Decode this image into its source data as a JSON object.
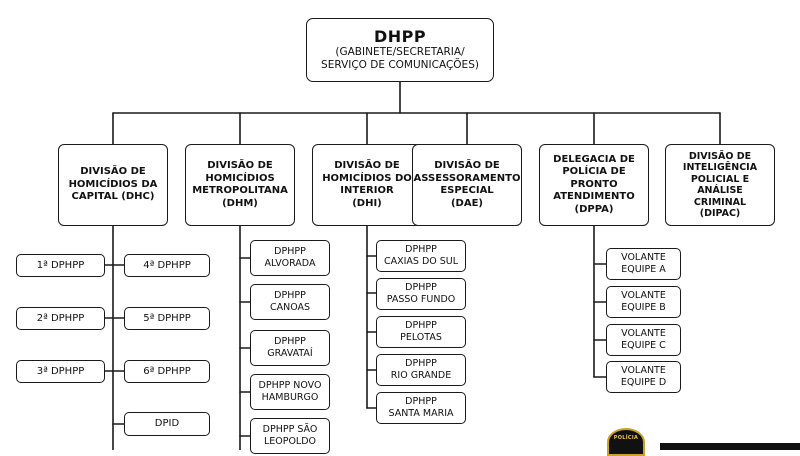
{
  "root": {
    "title": "DHPP",
    "subtitle": "(GABINETE/SECRETARIA/\nSERVIÇO DE COMUNICAÇÕES)"
  },
  "divisions": [
    {
      "label": "DIVISÃO DE\nHOMICÍDIOS DA\nCAPITAL (DHC)"
    },
    {
      "label": "DIVISÃO DE\nHOMICÍDIOS\nMETROPOLITANA\n(DHM)"
    },
    {
      "label": "DIVISÃO DE\nHOMICÍDIOS DO\nINTERIOR\n(DHI)"
    },
    {
      "label": "DIVISÃO DE\nASSESSORAMENTO\nESPECIAL\n(DAE)"
    },
    {
      "label": "DELEGACIA DE\nPOLÍCIA DE PRONTO\nATENDIMENTO\n(DPPA)"
    },
    {
      "label": "DIVISÃO DE\nINTELIGÊNCIA\nPOLICIAL E ANÁLISE\nCRIMINAL\n(DIPAC)"
    }
  ],
  "dhc_units": [
    {
      "label": "1ª DPHPP"
    },
    {
      "label": "2ª DPHPP"
    },
    {
      "label": "3ª DPHPP"
    },
    {
      "label": "4ª DPHPP"
    },
    {
      "label": "5ª DPHPP"
    },
    {
      "label": "6ª DPHPP"
    },
    {
      "label": "DPID"
    }
  ],
  "dhm_units": [
    {
      "label": "DPHPP\nALVORADA"
    },
    {
      "label": "DPHPP\nCANOAS"
    },
    {
      "label": "DPHPP\nGRAVATAÍ"
    },
    {
      "label": "DPHPP NOVO\nHAMBURGO"
    },
    {
      "label": "DPHPP SÃO\nLEOPOLDO"
    }
  ],
  "dhi_units": [
    {
      "label": "DPHPP\nCAXIAS DO SUL"
    },
    {
      "label": "DPHPP\nPASSO FUNDO"
    },
    {
      "label": "DPHPP\nPELOTAS"
    },
    {
      "label": "DPHPP\nRIO GRANDE"
    },
    {
      "label": "DPHPP\nSANTA MARIA"
    }
  ],
  "dppa_units": [
    {
      "label": "VOLANTE\nEQUIPE A"
    },
    {
      "label": "VOLANTE\nEQUIPE B"
    },
    {
      "label": "VOLANTE\nEQUIPE C"
    },
    {
      "label": "VOLANTE\nEQUIPE D"
    }
  ],
  "badge": {
    "text": "POLÍCIA"
  }
}
